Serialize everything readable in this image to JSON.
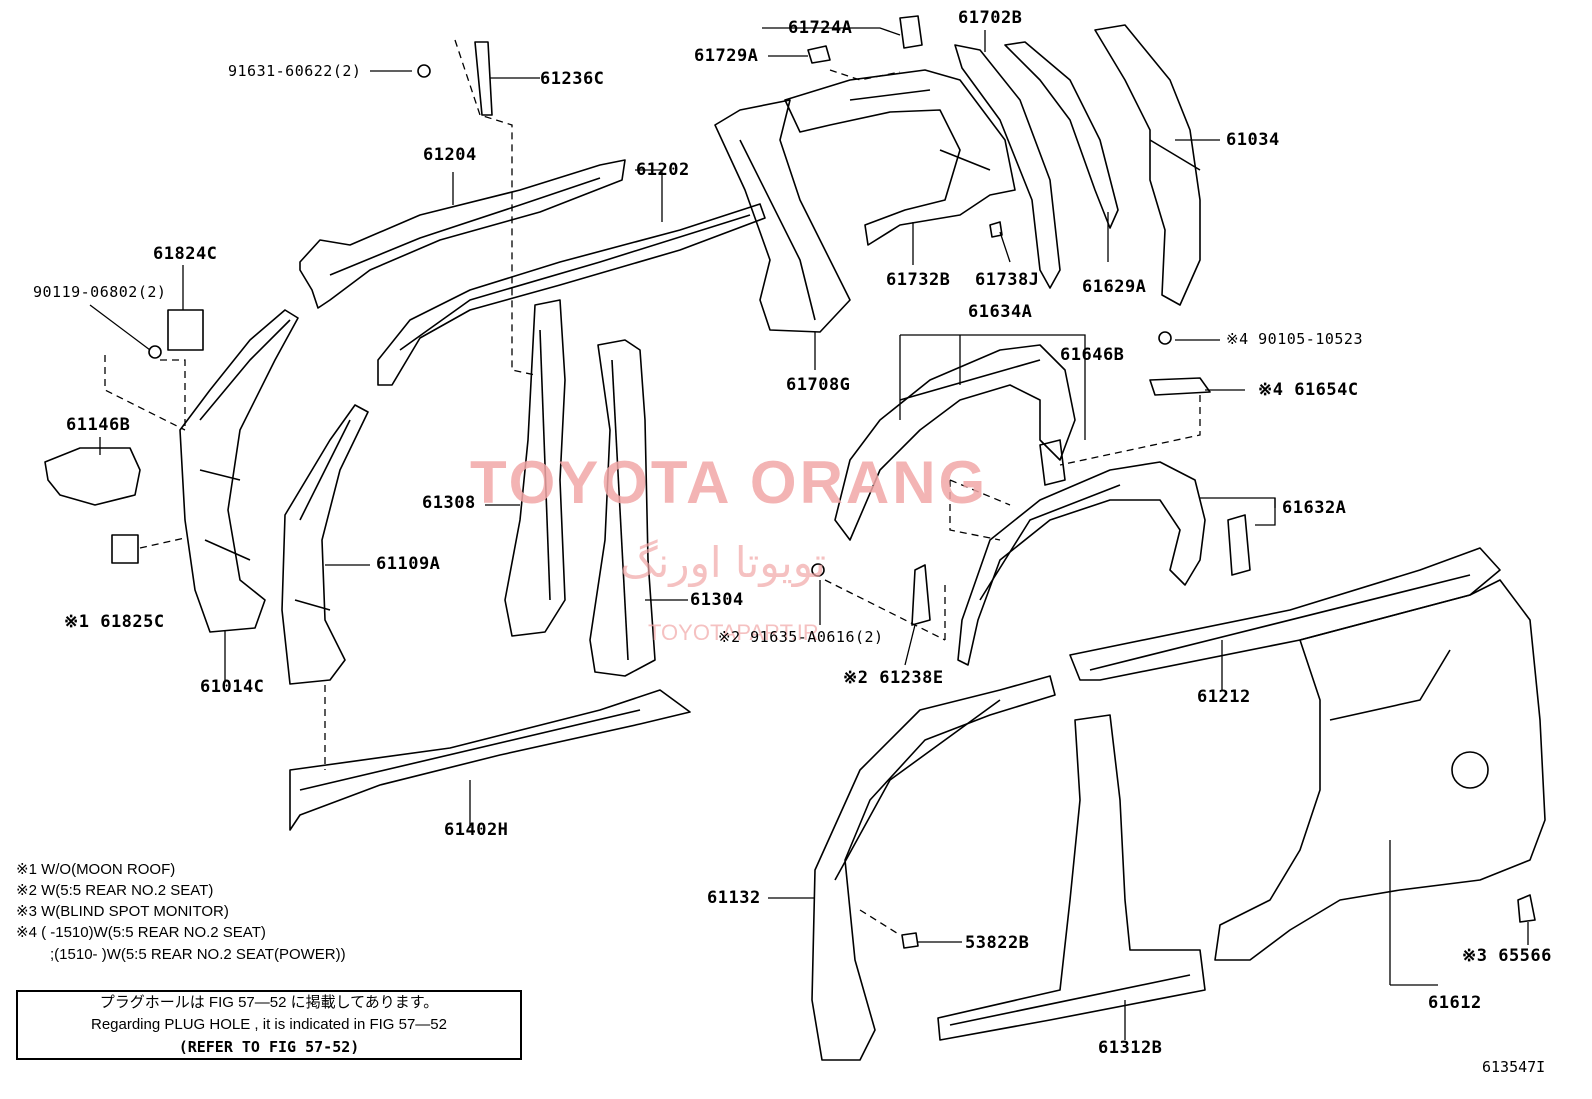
{
  "parts": {
    "p61724A": "61724A",
    "p61702B": "61702B",
    "p61729A": "61729A",
    "p91631": "91631-60622(2)",
    "p61236C": "61236C",
    "p61034": "61034",
    "p61204": "61204",
    "p61202": "61202",
    "p61732B": "61732B",
    "p61738J": "61738J",
    "p61629A": "61629A",
    "p61824C": "61824C",
    "p90119": "90119-06802(2)",
    "p61634A": "61634A",
    "p90105": "※4 90105-10523",
    "p61646B": "61646B",
    "p61708G": "61708G",
    "p61654C": "※4 61654C",
    "p61146B": "61146B",
    "p61308": "61308",
    "p61632A": "61632A",
    "p61109A": "61109A",
    "p61825C": "※1 61825C",
    "p61304": "61304",
    "p91635": "※2 91635-A0616(2)",
    "p61014C": "61014C",
    "p61238E": "※2 61238E",
    "p61212": "61212",
    "p61402H": "61402H",
    "p61132": "61132",
    "p53822B": "53822B",
    "p65566": "※3 65566",
    "p61612": "61612",
    "p61312B": "61312B"
  },
  "notes": [
    "※1  W/O(MOON ROOF)",
    "※2  W(5:5 REAR NO.2 SEAT)",
    "※3  W(BLIND SPOT MONITOR)",
    "※4 (       -1510)W(5:5 REAR NO.2 SEAT)",
    ";(1510-       )W(5:5 REAR NO.2 SEAT(POWER))"
  ],
  "notebox": {
    "line1": "プラグホールは FIG  57―52 に掲載してあります。",
    "line2": "Regarding  PLUG  HOLE , it is indicated in  FIG  57―52",
    "line3": "(REFER TO FIG 57-52)"
  },
  "watermark": {
    "main": "TOYOTA ORANG",
    "persian": "تويوتا اورنگ",
    "url": "TOYOTAPART.IR"
  },
  "figure_id": "613547I"
}
